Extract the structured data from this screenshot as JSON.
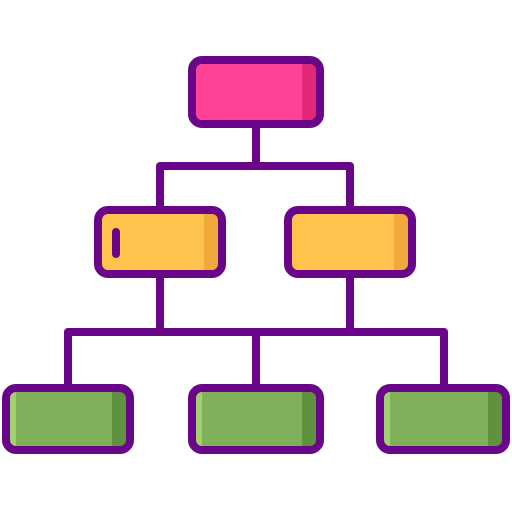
{
  "diagram": {
    "type": "hierarchy",
    "levels": [
      {
        "level": "top",
        "nodes": [
          {
            "name": "root-node",
            "fill": "#FF4295",
            "shade": "#E02A78"
          }
        ]
      },
      {
        "level": "middle",
        "nodes": [
          {
            "name": "middle-node-left",
            "fill": "#FFC34D",
            "shade": "#F2A93B",
            "has_marker": true
          },
          {
            "name": "middle-node-right",
            "fill": "#FFC34D",
            "shade": "#F2A93B",
            "has_marker": false
          }
        ]
      },
      {
        "level": "bottom",
        "nodes": [
          {
            "name": "bottom-node-left",
            "fill": "#80B05A",
            "shade": "#5F923F",
            "highlight": "#A0D070"
          },
          {
            "name": "bottom-node-center",
            "fill": "#80B05A",
            "shade": "#5F923F",
            "highlight": "#A0D070"
          },
          {
            "name": "bottom-node-right",
            "fill": "#80B05A",
            "shade": "#5F923F",
            "highlight": "#A0D070"
          }
        ]
      }
    ],
    "edges": [
      {
        "from": "root-node",
        "to": "middle-node-left"
      },
      {
        "from": "root-node",
        "to": "middle-node-right"
      },
      {
        "from": "middle-node-left",
        "to": "bottom-node-left"
      },
      {
        "from": "middle-node-left",
        "to": "bottom-node-center"
      },
      {
        "from": "middle-node-left",
        "to": "bottom-node-right"
      },
      {
        "from": "middle-node-right",
        "to": "bottom-node-left"
      },
      {
        "from": "middle-node-right",
        "to": "bottom-node-center"
      },
      {
        "from": "middle-node-right",
        "to": "bottom-node-right"
      }
    ],
    "colors": {
      "outline": "#690589",
      "background": "#FFFFFF"
    }
  }
}
